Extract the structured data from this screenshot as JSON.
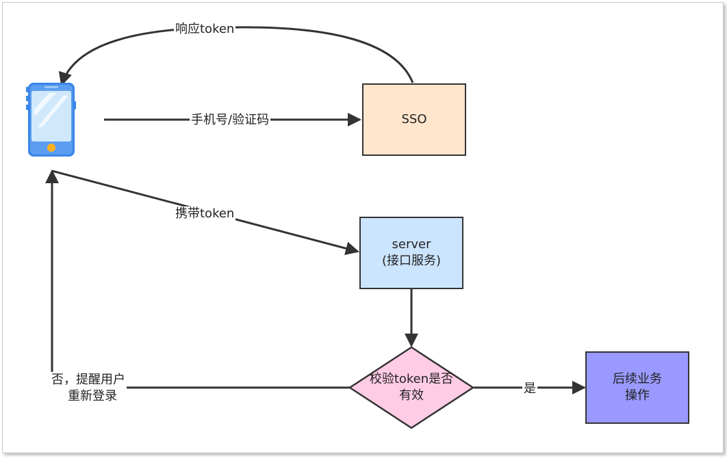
{
  "colors": {
    "sso_fill": "#FFE6CC",
    "server_fill": "#CCE5FF",
    "decision_fill": "#FFCCE6",
    "business_fill": "#9999FF",
    "stroke": "#333333",
    "phone_body": "#3B86E8",
    "phone_screen": "#CFE8FB",
    "phone_button": "#FFB020"
  },
  "icons": {
    "client": "mobile-phone-icon"
  },
  "nodes": {
    "sso": {
      "label": "SSO"
    },
    "server": {
      "line1": "server",
      "line2": "(接口服务)"
    },
    "decision": {
      "line1": "校验token是否",
      "line2": "有效"
    },
    "business": {
      "line1": "后续业务",
      "line2": "操作"
    }
  },
  "edges": {
    "response_token": "响应token",
    "phone_code": "手机号/验证码",
    "carry_token": "携带token",
    "yes": "是",
    "no_line1": "否，提醒用户",
    "no_line2": "重新登录"
  }
}
